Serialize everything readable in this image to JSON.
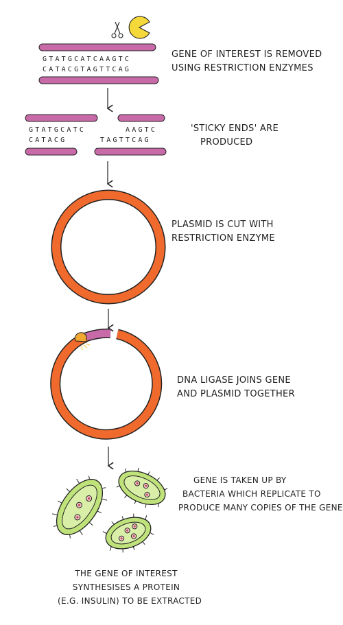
{
  "steps": {
    "step1": {
      "label_lines": [
        "GENE OF INTEREST IS REMOVED",
        "USING RESTRICTION ENZYMES"
      ],
      "top_strand": "GTATGCATCAAGTC",
      "bottom_strand": "CATACGTAGTTCAG"
    },
    "step2": {
      "label_lines": [
        "'STICKY ENDS' ARE",
        "PRODUCED"
      ],
      "left_top": "GTATGCATC",
      "left_bottom": "CATACG",
      "right_top": "AAGTC",
      "right_bottom": "TAGTTCAG"
    },
    "step3": {
      "label_lines": [
        "PLASMID IS CUT WITH",
        "RESTRICTION ENZYME"
      ]
    },
    "step4": {
      "label_lines": [
        "DNA LIGASE JOINS GENE",
        "AND PLASMID TOGETHER"
      ]
    },
    "step5": {
      "label_lines": [
        "GENE IS TAKEN UP BY",
        "BACTERIA WHICH REPLICATE TO",
        "PRODUCE MANY COPIES OF THE GENE"
      ]
    },
    "step6": {
      "label_lines": [
        "THE GENE OF INTEREST",
        "SYNTHESISES A PROTEIN",
        "(E.G. INSULIN) TO BE EXTRACTED"
      ]
    }
  },
  "icons": [
    "scissors-icon",
    "restriction-enzyme-icon",
    "dna-ligase-icon",
    "bacterium-icon",
    "down-arrow-icon"
  ],
  "colors": {
    "dna_backbone": "#c86aa8",
    "plasmid": "#f06a2e",
    "enzyme": "#f5d83a",
    "ligase": "#f0a832",
    "bacterium": "#bfe27a",
    "bacterium_dots": "#c0485a"
  }
}
